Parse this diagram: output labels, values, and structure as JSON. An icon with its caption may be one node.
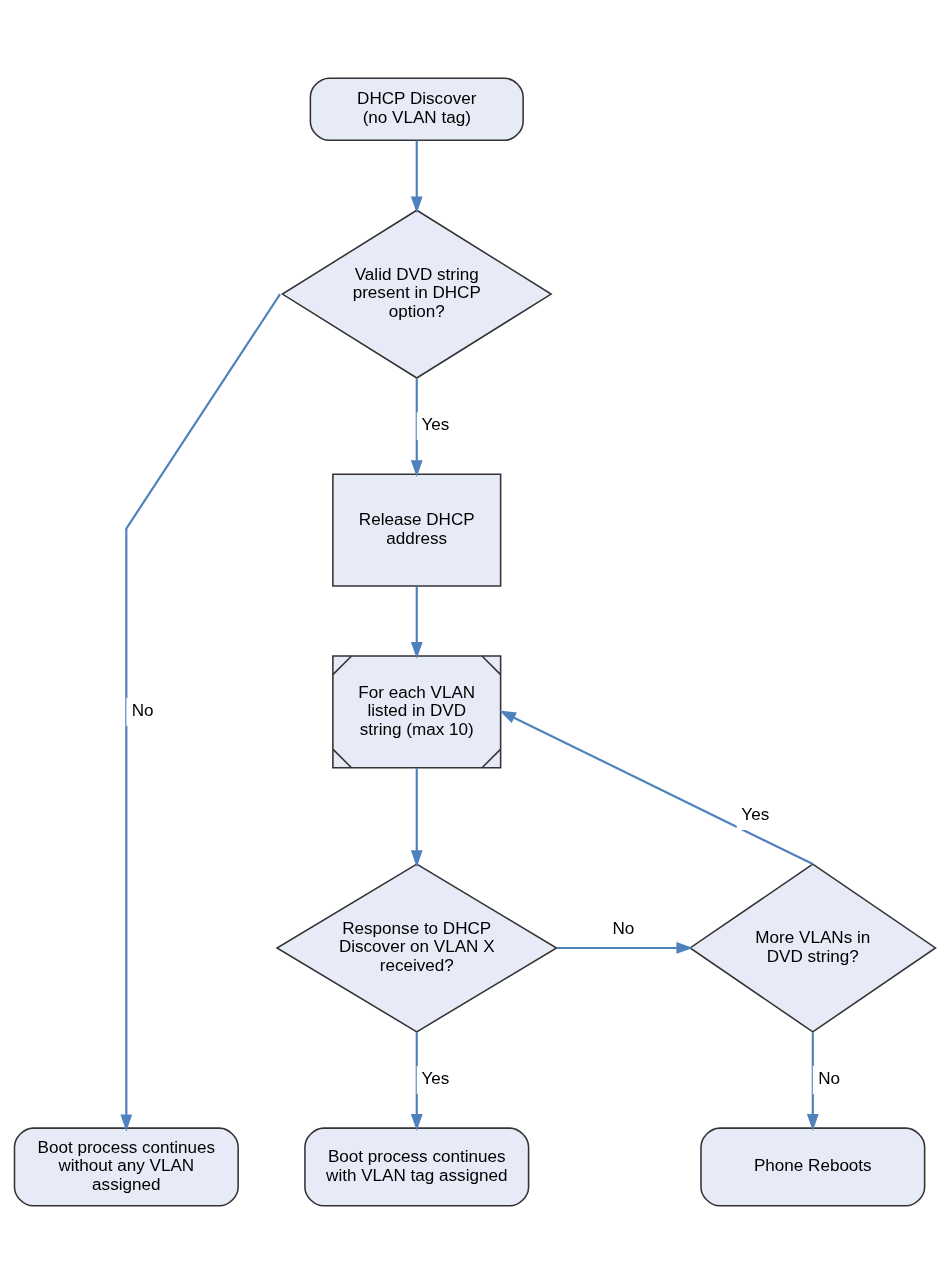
{
  "diagram": {
    "nodes": [
      {
        "text": [
          "DHCP Discover (no VLAN tag)"
        ]
      },
      {
        "text": [
          "Valid DVD string present in DHCP option?"
        ]
      },
      {
        "text": [
          "Release DHCP address"
        ]
      },
      {
        "text": [
          "For each VLAN listed in DVD string (max 10)"
        ]
      },
      {
        "text": [
          "Response to DHCP Discover on VLAN X received?"
        ]
      },
      {
        "text": [
          "More VLANs in DVD string?"
        ]
      },
      {
        "text": [
          "Boot process continues without any VLAN assigned"
        ]
      },
      {
        "text": [
          "Boot process continues with VLAN tag assigned"
        ]
      },
      {
        "text": [
          "Phone Reboots"
        ]
      }
    ],
    "edges": [
      {
        "from": 0,
        "to": 1,
        "arrow": "to"
      },
      {
        "from": 1,
        "to": 6,
        "arrow": "to",
        "label": "No"
      },
      {
        "from": 1,
        "to": 2,
        "arrow": "to",
        "label": "Yes"
      },
      {
        "from": 2,
        "to": 3,
        "arrow": "to"
      },
      {
        "from": 3,
        "to": 4,
        "arrow": "to"
      },
      {
        "from": 4,
        "to": 5,
        "arrow": "to",
        "label": "No"
      },
      {
        "from": 5,
        "to": 3,
        "arrow": "to",
        "label": "Yes"
      },
      {
        "from": 4,
        "to": 7,
        "arrow": "to",
        "label": "Yes"
      },
      {
        "from": 5,
        "to": 8,
        "arrow": "to",
        "label": "No"
      }
    ]
  }
}
